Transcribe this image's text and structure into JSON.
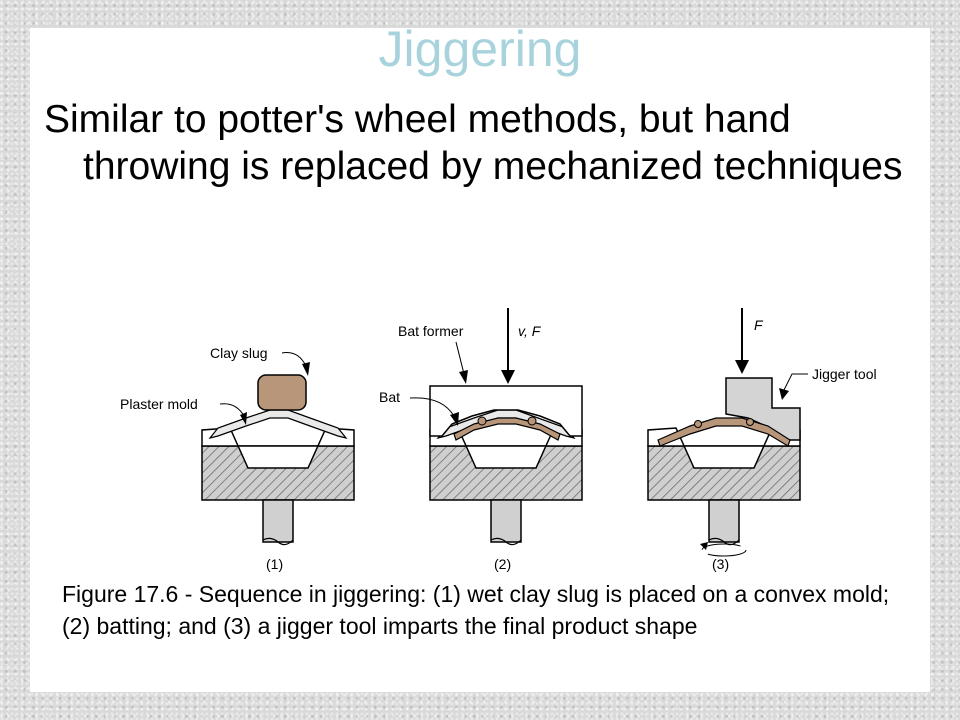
{
  "slide": {
    "title": "Jiggering",
    "bullet": "Similar to potter's wheel methods, but hand throwing is replaced by mechanized techniques",
    "caption": "Figure 17.6 - Sequence in jiggering: (1) wet clay slug is placed on a convex mold; (2) batting; and (3) a jigger tool imparts the final product shape"
  },
  "figure": {
    "labels": {
      "clay_slug": "Clay slug",
      "plaster_mold": "Plaster mold",
      "bat_former": "Bat former",
      "bat": "Bat",
      "jigger_tool": "Jigger tool",
      "force_vf": "v, F",
      "force_f": "F"
    },
    "steps": [
      "(1)",
      "(2)",
      "(3)"
    ],
    "colors": {
      "clay": "#b8967a",
      "tool": "#d4d4d4",
      "hatch": "#9a9a9a",
      "title": "#a9d3dc"
    }
  }
}
